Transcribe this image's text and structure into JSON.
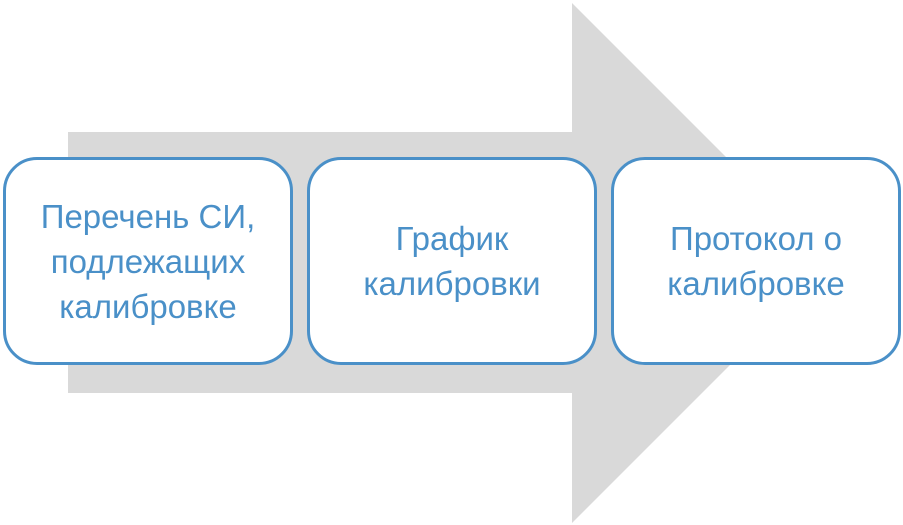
{
  "diagram": {
    "type": "process-flow",
    "arrow_color": "#d9d9d9",
    "box_border_color": "#4a90c8",
    "text_color": "#4a90c8",
    "steps": [
      {
        "label": "Перечень СИ,\nподлежащих\nкалибровке"
      },
      {
        "label": "График\nкалибровки"
      },
      {
        "label": "Протокол о\nкалибровке"
      }
    ]
  }
}
